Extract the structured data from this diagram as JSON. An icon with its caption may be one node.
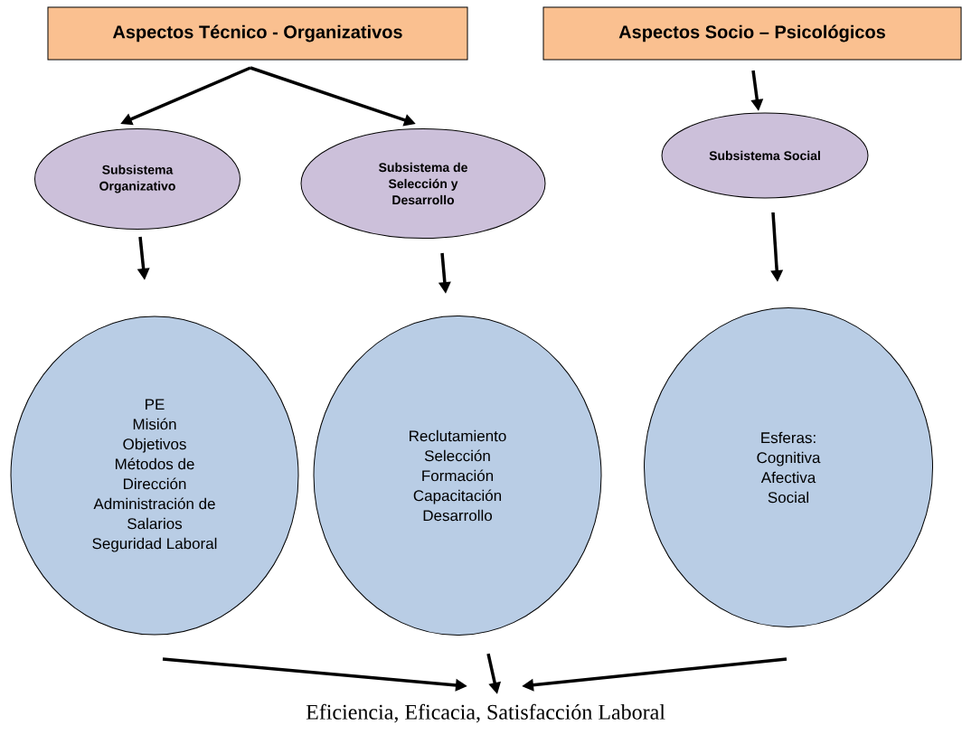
{
  "diagram": {
    "nodes": [
      {
        "text": [
          "Aspectos Técnico - Organizativos"
        ]
      },
      {
        "text": [
          "Aspectos Socio – Psicológicos"
        ]
      },
      {
        "text": [
          "Subsistema Organizativo"
        ]
      },
      {
        "text": [
          "Subsistema de Selección y Desarrollo"
        ]
      },
      {
        "text": [
          "Subsistema Social"
        ]
      },
      {
        "text": [
          "PE",
          "Misión",
          "Objetivos",
          "Métodos de Dirección",
          "Administración de Salarios",
          "Seguridad Laboral"
        ]
      },
      {
        "text": [
          "Reclutamiento",
          "Selección",
          "Formación",
          "Capacitación",
          "Desarrollo"
        ]
      },
      {
        "text": [
          "Esferas:",
          "Cognitiva",
          "Afectiva",
          "Social"
        ]
      },
      {
        "text": [
          "Eficiencia, Eficacia, Satisfacción Laboral"
        ]
      }
    ],
    "edges": [
      {
        "from": 0,
        "to": 2,
        "arrow": "to"
      },
      {
        "from": 0,
        "to": 3,
        "arrow": "to"
      },
      {
        "from": 1,
        "to": 4,
        "arrow": "to"
      },
      {
        "from": 2,
        "to": 5,
        "arrow": "to"
      },
      {
        "from": 3,
        "to": 6,
        "arrow": "to"
      },
      {
        "from": 4,
        "to": 7,
        "arrow": "to"
      },
      {
        "from": 5,
        "to": 8,
        "arrow": "to"
      },
      {
        "from": 6,
        "to": 8,
        "arrow": "to"
      },
      {
        "from": 7,
        "to": 8,
        "arrow": "to"
      }
    ]
  }
}
